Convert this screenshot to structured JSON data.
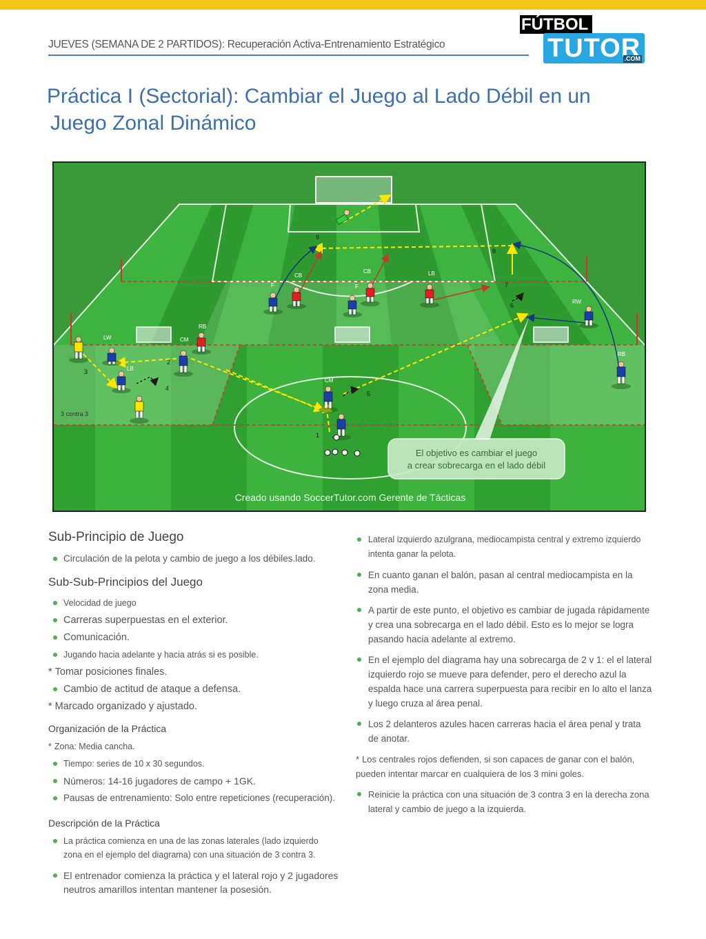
{
  "colors": {
    "accent_bar": "#f5c518",
    "title_blue": "#3d6fae",
    "header_line": "#4f80bd",
    "bullet_green": "#4caf50",
    "logo_blue": "#2aa7e0"
  },
  "header": {
    "text": "JUEVES (SEMANA DE 2 PARTIDOS): Recuperación Activa-Entrenamiento Estratégico"
  },
  "logo": {
    "top": "FÚTBOL",
    "main": "TUTOR",
    "suffix": ".COM"
  },
  "title": {
    "line1": "Práctica I (Sectorial): Cambiar el Juego al Lado Débil en un",
    "line2": "Juego Zonal Dinámico"
  },
  "diagram": {
    "callout_line1": "El objetivo es cambiar el juego",
    "callout_line2": "a crear sobrecarga en el lado débil",
    "watermark": "Creado usando SoccerTutor.com Gerente de Tácticas",
    "zone_label": "3 contra 3",
    "players": [
      {
        "label": "CB"
      },
      {
        "label": "CB"
      },
      {
        "label": "LB"
      },
      {
        "label": "F"
      },
      {
        "label": "F"
      },
      {
        "label": "RW"
      },
      {
        "label": "RB"
      },
      {
        "label": "LW"
      },
      {
        "label": "CM"
      },
      {
        "label": "RB"
      },
      {
        "label": "LB"
      },
      {
        "label": "CM"
      }
    ],
    "numbers": [
      "1",
      "2",
      "3",
      "4",
      "5",
      "6",
      "7",
      "8",
      "9"
    ]
  },
  "left": {
    "subprincipio_title": "Sub-Principio de Juego",
    "subprincipio_items": [
      "Circulación de la pelota y cambio de juego a los débiles.lado."
    ],
    "subsub_title": "Sub-Sub-Principios del Juego",
    "subsub_items": [
      {
        "text": "Velocidad de juego",
        "mark": "bullet",
        "size": "small"
      },
      {
        "text": "Carreras superpuestas en el exterior.",
        "mark": "bullet"
      },
      {
        "text": "Comunicación.",
        "mark": "bullet"
      },
      {
        "text": "Jugando hacia adelante y hacia atrás si es posible.",
        "mark": "bullet",
        "size": "small"
      },
      {
        "text": "Tomar posiciones finales.",
        "mark": "*"
      },
      {
        "text": "Cambio de actitud de ataque a defensa.",
        "mark": "bullet"
      },
      {
        "text": "Marcado organizado y ajustado.",
        "mark": "*"
      }
    ],
    "org_title": "Organización de la Práctica",
    "org_items": [
      {
        "text": "Zona: Media cancha.",
        "mark": "*",
        "size": "small"
      },
      {
        "text": "Tiempo: series de 10 x 30 segundos.",
        "mark": "bullet",
        "size": "small"
      },
      {
        "text": "Números: 14-16 jugadores de campo + 1GK.",
        "mark": "bullet"
      },
      {
        "text": "Pausas de entrenamiento: Solo entre repeticiones (recuperación).",
        "mark": "bullet"
      }
    ],
    "desc_title": "Descripción de la Práctica",
    "desc_items": [
      {
        "text": "La práctica comienza en una de las zonas laterales (lado izquierdo zona en el ejemplo del diagrama) con una situación de 3 contra 3.",
        "size": "small"
      },
      {
        "text": "El entrenador comienza la práctica y el lateral rojo y 2 jugadores neutros amarillos intentan mantener la posesión."
      }
    ]
  },
  "right": {
    "items": [
      {
        "text": "Lateral izquierdo azulgrana, mediocampista central y extremo izquierdo intenta ganar la pelota.",
        "mark": "bullet"
      },
      {
        "text": "En cuanto ganan el balón, pasan al central mediocampista en la zona media.",
        "mark": "bullet"
      },
      {
        "text": "A partir de este punto, el objetivo es cambiar de jugada rápidamente y crea una sobrecarga en el lado débil. Esto es lo mejor se logra pasando hacia adelante al extremo.",
        "mark": "bullet"
      },
      {
        "text": "En el ejemplo del diagrama hay una sobrecarga de 2 v 1: el el lateral izquierdo rojo se mueve para defender, pero el derecho azul la espalda hace una carrera superpuesta para recibir en lo alto el lanza y luego cruza al área penal.",
        "mark": "bullet"
      },
      {
        "text": "Los 2 delanteros azules hacen carreras hacia el área penal y trata de anotar.",
        "mark": "bullet"
      },
      {
        "text": "Los centrales rojos defienden, si son capaces de ganar con el balón, pueden intentar marcar en cualquiera de los 3 mini goles.",
        "mark": "*"
      },
      {
        "text": "Reinicie la práctica con una situación de 3 contra 3 en la derecha zona lateral y cambio de juego a la izquierda.",
        "mark": "bullet"
      }
    ]
  }
}
